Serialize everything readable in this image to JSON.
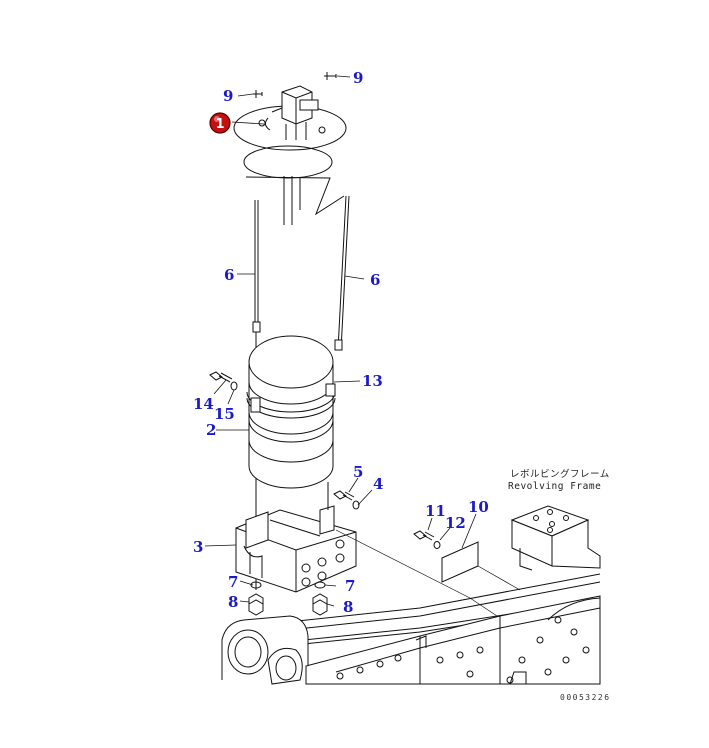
{
  "diagram": {
    "callouts": [
      "9",
      "9",
      "6",
      "6",
      "13",
      "14",
      "15",
      "2",
      "5",
      "4",
      "3",
      "7",
      "7",
      "8",
      "8",
      "11",
      "12",
      "10"
    ],
    "marker": "1",
    "frame_label_jp": "レボルビングフレーム",
    "frame_label_en": "Revolving Frame",
    "drawing_code": "00053226"
  }
}
